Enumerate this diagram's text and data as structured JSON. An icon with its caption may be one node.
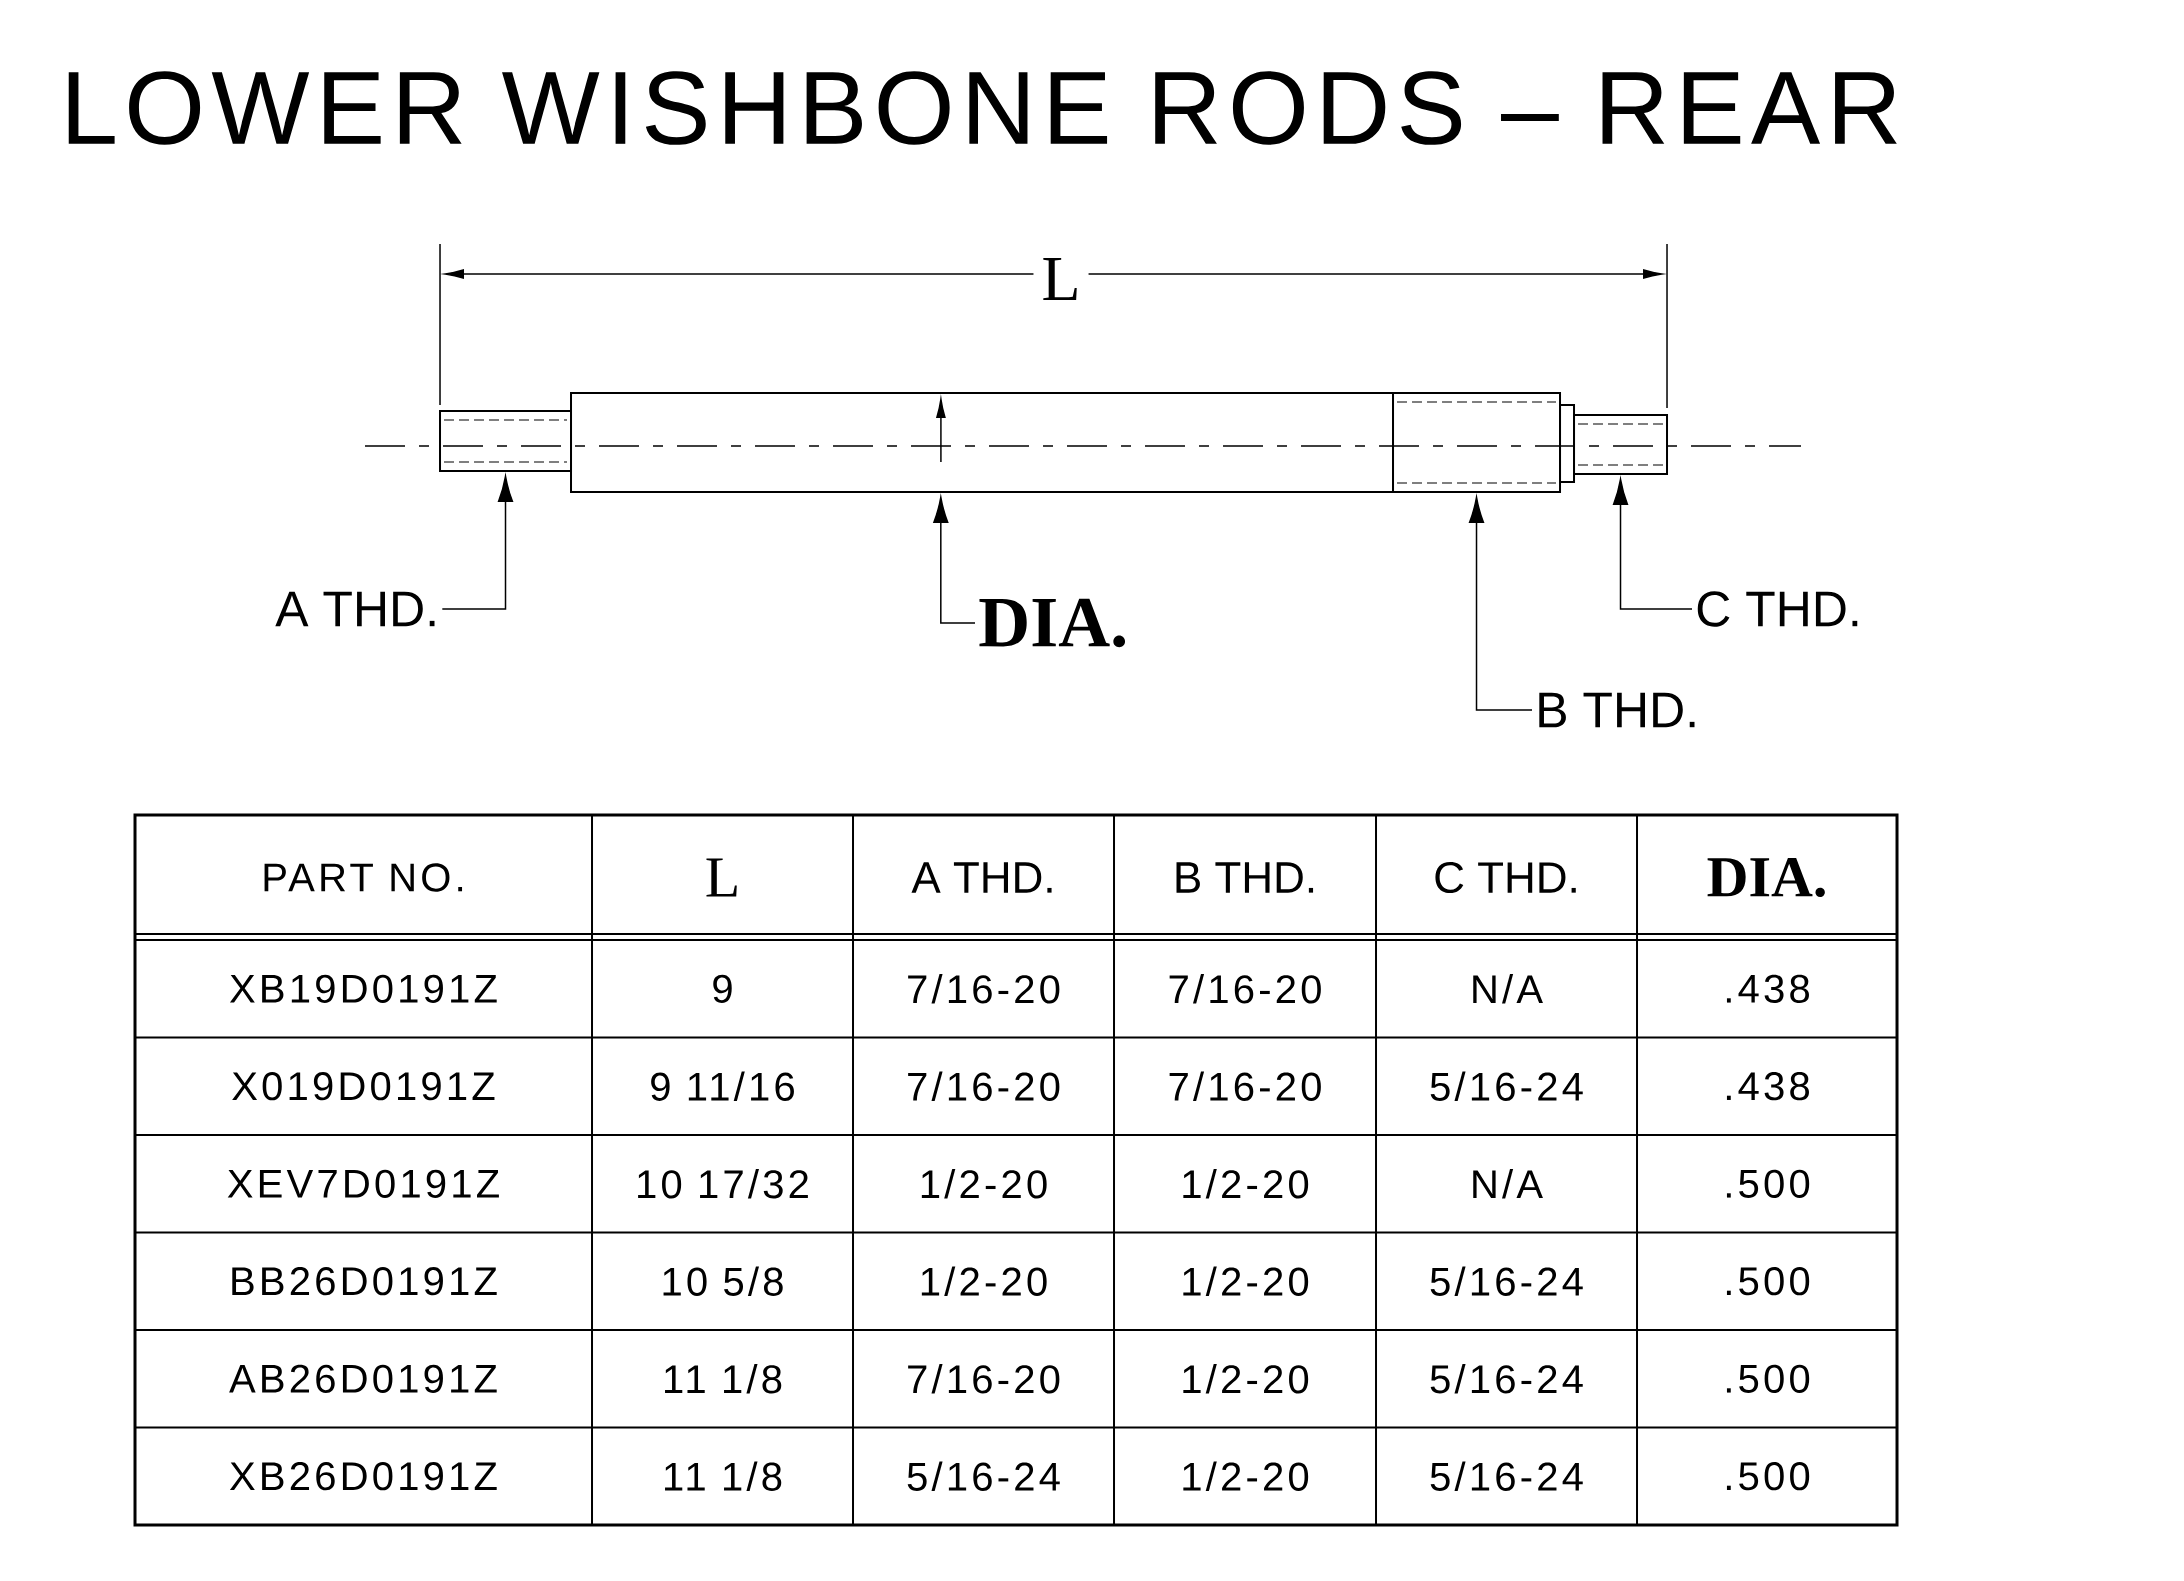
{
  "diagram": {
    "title": "LOWER WISHBONE RODS – REAR",
    "nodes": [
      {
        "text": [
          "A THD."
        ]
      },
      {
        "text": [
          "DIA."
        ]
      },
      {
        "text": [
          "C THD."
        ]
      },
      {
        "text": [
          "B THD."
        ]
      },
      {
        "text": [],
        "shape": "box"
      },
      {
        "text": [],
        "shape": "bar"
      },
      {
        "text": [],
        "shape": "box"
      },
      {
        "text": [],
        "shape": "box"
      }
    ],
    "edges": [
      {
        "from": 0,
        "to": 4,
        "arrow": "to"
      },
      {
        "from": 1,
        "to": 5,
        "arrow": "to"
      },
      {
        "from": 2,
        "to": 7,
        "arrow": "to"
      },
      {
        "from": 3,
        "to": 6,
        "arrow": "to"
      }
    ],
    "labels": [
      "L",
      "PART NO.",
      "L",
      "A THD.",
      "B THD.",
      "C THD.",
      "DIA.",
      "XB19D0191Z",
      "9",
      "7/16-20",
      "7/16-20",
      "N/A",
      ".438",
      "X019D0191Z",
      "9 11/16",
      "7/16-20",
      "7/16-20",
      "5/16-24",
      ".438",
      "XEV7D0191Z",
      "10 17/32",
      "1/2-20",
      "1/2-20",
      "N/A",
      ".500",
      "BB26D0191Z",
      "10 5/8",
      "1/2-20",
      "1/2-20",
      "5/16-24",
      ".500",
      "AB26D0191Z",
      "11 1/8",
      "7/16-20",
      "1/2-20",
      "5/16-24",
      ".500",
      "XB26D0191Z",
      "11 1/8",
      "5/16-24",
      "1/2-20",
      "5/16-24",
      ".500"
    ]
  }
}
